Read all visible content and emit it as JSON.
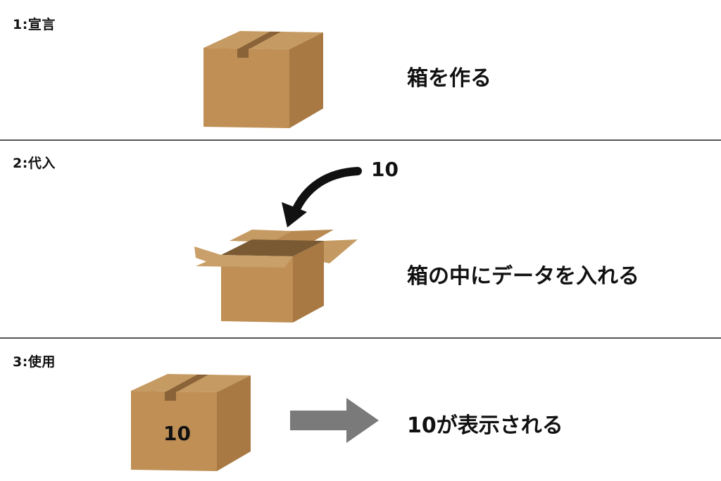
{
  "steps": [
    {
      "label": "1:宣言",
      "caption": "箱を作る"
    },
    {
      "label": "2:代入",
      "caption": "箱の中にデータを入れる",
      "value": "10"
    },
    {
      "label": "3:使用",
      "caption": "10が表示される",
      "box_value": "10"
    }
  ],
  "colors": {
    "box_top": "#c59a62",
    "box_left": "#bf8f55",
    "box_right": "#a97a43",
    "box_inside": "#7a5a33",
    "tape": "#8a6338",
    "arrow_gray": "#7a7a7a",
    "divider": "#555555"
  }
}
